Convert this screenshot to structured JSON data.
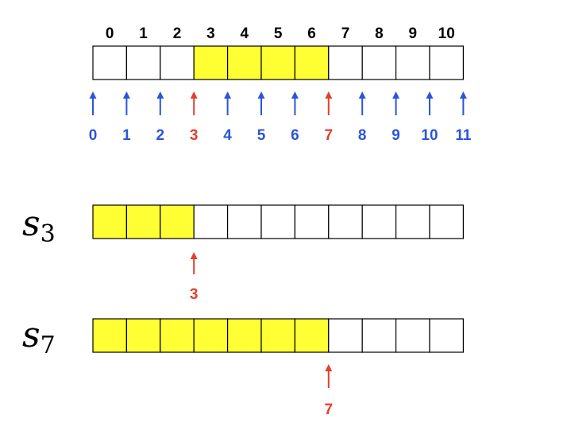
{
  "colors": {
    "highlight": "#ffff33",
    "cell_stroke": "#000000",
    "pointer_blue": "#2b55d8",
    "pointer_red": "#e0402e",
    "text_black": "#000000"
  },
  "top_array": {
    "indices": [
      "0",
      "1",
      "2",
      "3",
      "4",
      "5",
      "6",
      "7",
      "8",
      "9",
      "10"
    ],
    "highlighted": [
      false,
      false,
      false,
      true,
      true,
      true,
      true,
      false,
      false,
      false,
      false
    ],
    "pointers": [
      {
        "label": "0",
        "color": "blue"
      },
      {
        "label": "1",
        "color": "blue"
      },
      {
        "label": "2",
        "color": "blue"
      },
      {
        "label": "3",
        "color": "red"
      },
      {
        "label": "4",
        "color": "blue"
      },
      {
        "label": "5",
        "color": "blue"
      },
      {
        "label": "6",
        "color": "blue"
      },
      {
        "label": "7",
        "color": "red"
      },
      {
        "label": "8",
        "color": "blue"
      },
      {
        "label": "9",
        "color": "blue"
      },
      {
        "label": "10",
        "color": "blue"
      },
      {
        "label": "11",
        "color": "blue"
      }
    ]
  },
  "prefix_arrays": [
    {
      "symbol": "s",
      "subscript": "3",
      "highlighted": [
        true,
        true,
        true,
        false,
        false,
        false,
        false,
        false,
        false,
        false,
        false
      ],
      "pointer": {
        "label": "3",
        "boundary": 3,
        "color": "red"
      }
    },
    {
      "symbol": "s",
      "subscript": "7",
      "highlighted": [
        true,
        true,
        true,
        true,
        true,
        true,
        true,
        false,
        false,
        false,
        false
      ],
      "pointer": {
        "label": "7",
        "boundary": 7,
        "color": "red"
      }
    }
  ]
}
